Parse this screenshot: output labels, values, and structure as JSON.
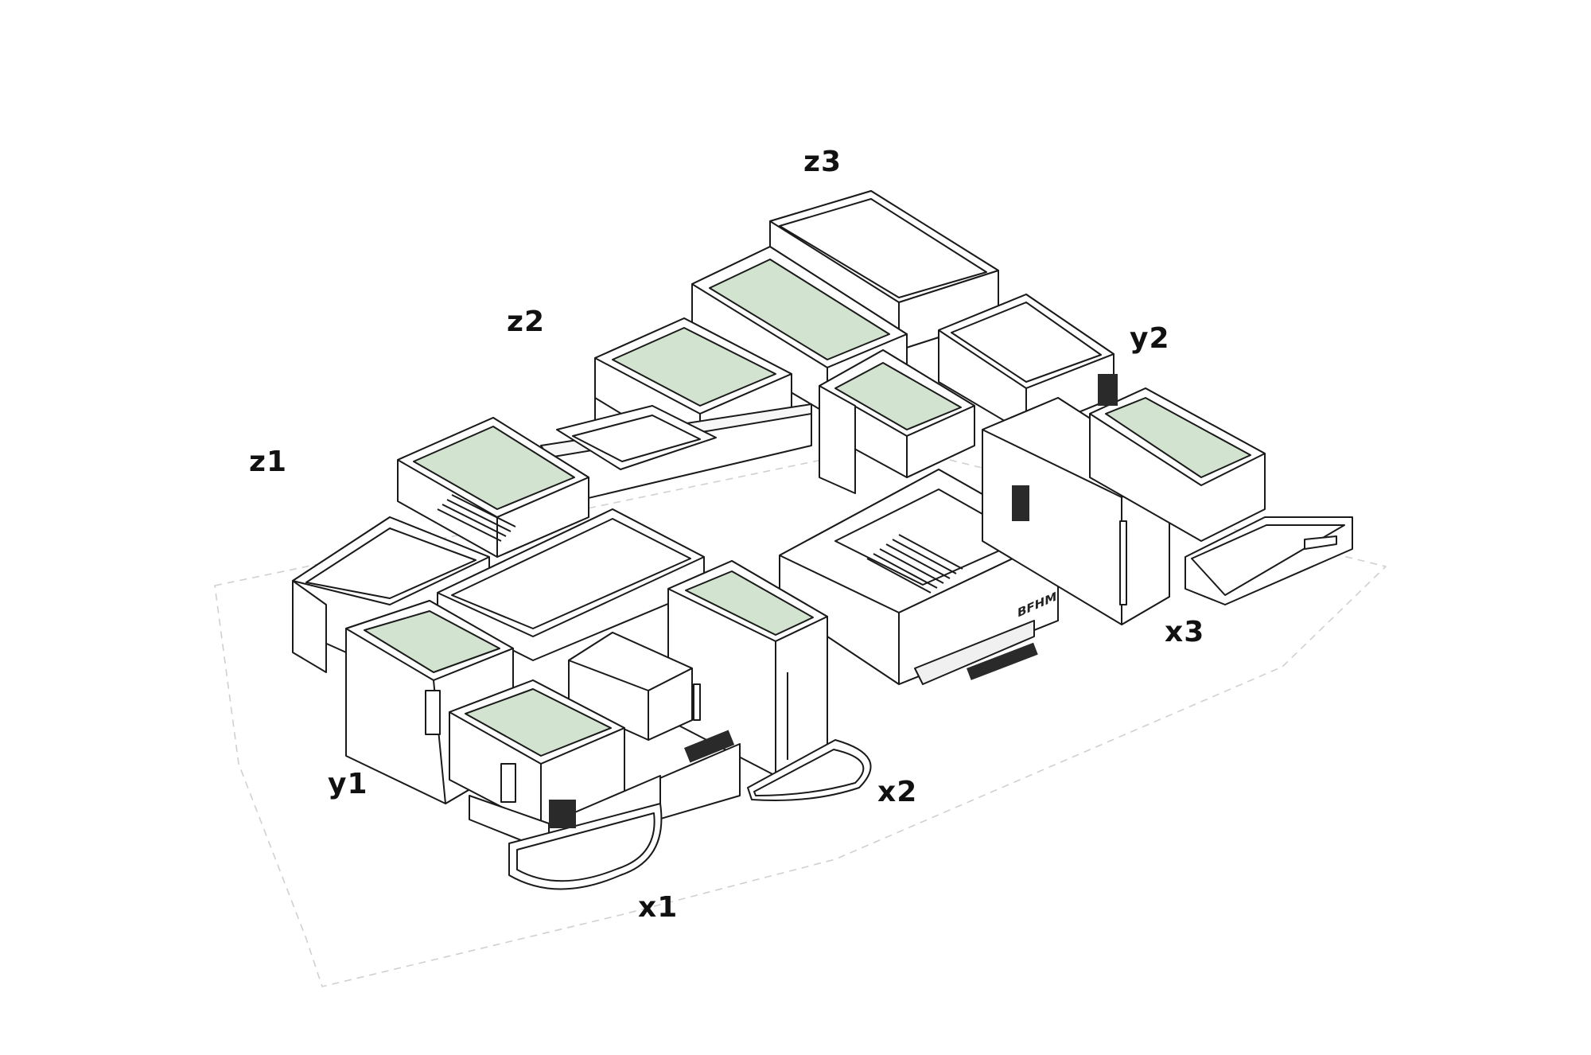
{
  "labels": {
    "z1": "z1",
    "z2": "z2",
    "z3": "z3",
    "y1": "y1",
    "y2": "y2",
    "x1": "x1",
    "x2": "x2",
    "x3": "x3"
  },
  "signage": "BFHM",
  "colors": {
    "roof_terrace": "#d2e3cf",
    "line": "#1a1a1a",
    "wall": "#ffffff",
    "site_outline": "#cfcfcf"
  }
}
